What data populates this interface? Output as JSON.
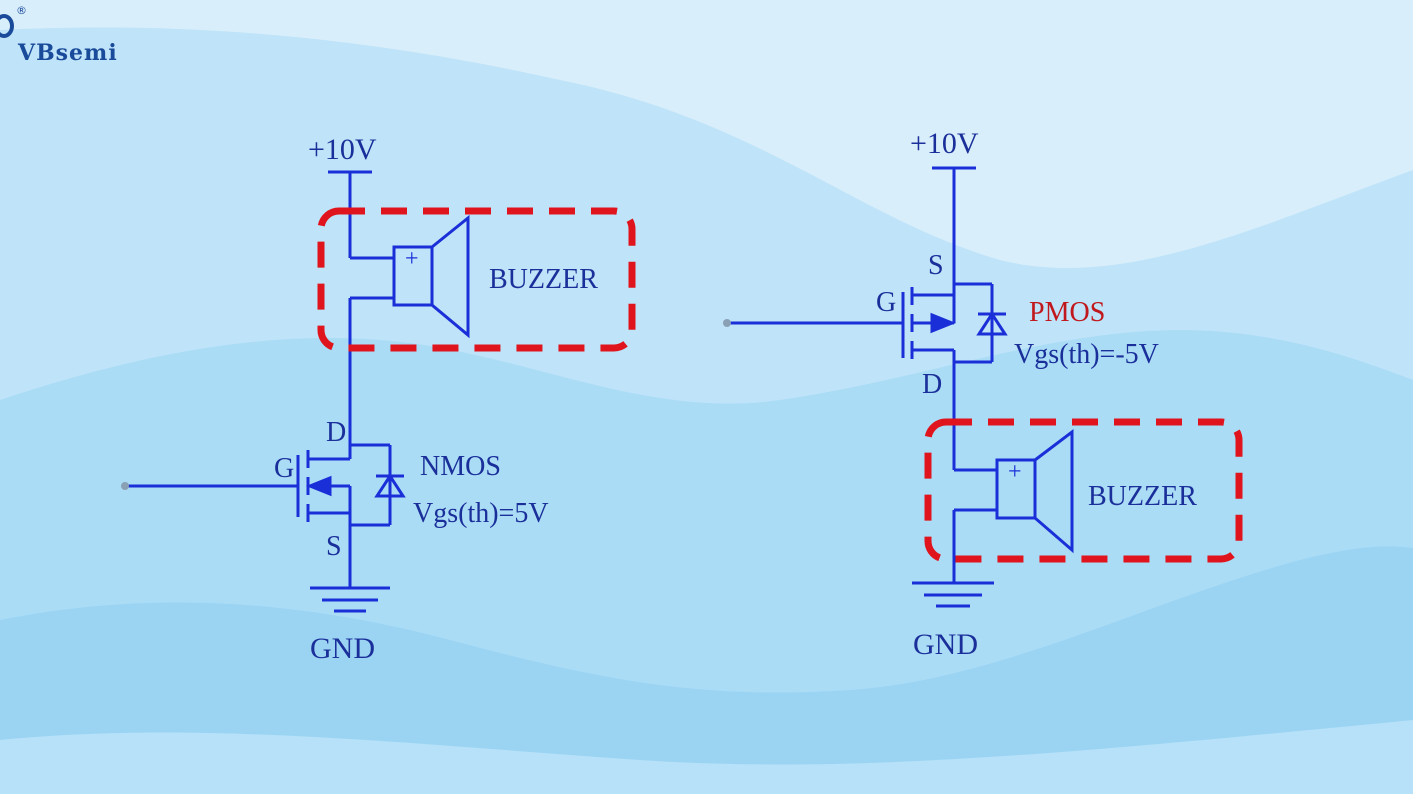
{
  "logo": {
    "text": "VBsemi",
    "registered": "®"
  },
  "nmos_circuit": {
    "supply": "+10V",
    "load": "BUZZER",
    "plus": "+",
    "pins": {
      "drain": "D",
      "gate": "G",
      "source": "S"
    },
    "device": "NMOS",
    "threshold": "Vgs(th)=5V",
    "ground": "GND"
  },
  "pmos_circuit": {
    "supply": "+10V",
    "load": "BUZZER",
    "plus": "+",
    "pins": {
      "source": "S",
      "gate": "G",
      "drain": "D"
    },
    "device": "PMOS",
    "threshold": "Vgs(th)=-5V",
    "ground": "GND"
  },
  "colors": {
    "wire": "#1a2fd8",
    "label": "#1a2f9a",
    "highlight": "#e0141c",
    "pmos_label": "#c0181c",
    "background_light": "#d7eefb",
    "background_mid": "#bfe3f8",
    "background_dark": "#9fd6f4"
  }
}
